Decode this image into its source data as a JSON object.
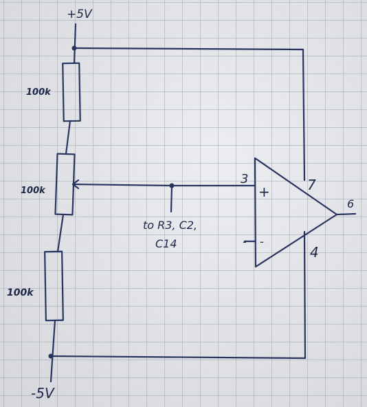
{
  "colors": {
    "ink": "#27345f",
    "paper": "#e2e4e9",
    "grid": "#8c9bb0"
  },
  "supply": {
    "positive": "+5V",
    "negative": "-5V"
  },
  "resistors": [
    {
      "value": "100k"
    },
    {
      "value": "100k"
    },
    {
      "value": "100k"
    }
  ],
  "opamp": {
    "pin_in_plus": "3",
    "pin_in_minus_mark": "-",
    "pin_in_plus_sign": "+",
    "pin_in_minus_sign": "-",
    "pin_vcc": "7",
    "pin_vee": "4",
    "pin_out": "6"
  },
  "note": {
    "line1": "to R3, C2,",
    "line2": "C14"
  }
}
